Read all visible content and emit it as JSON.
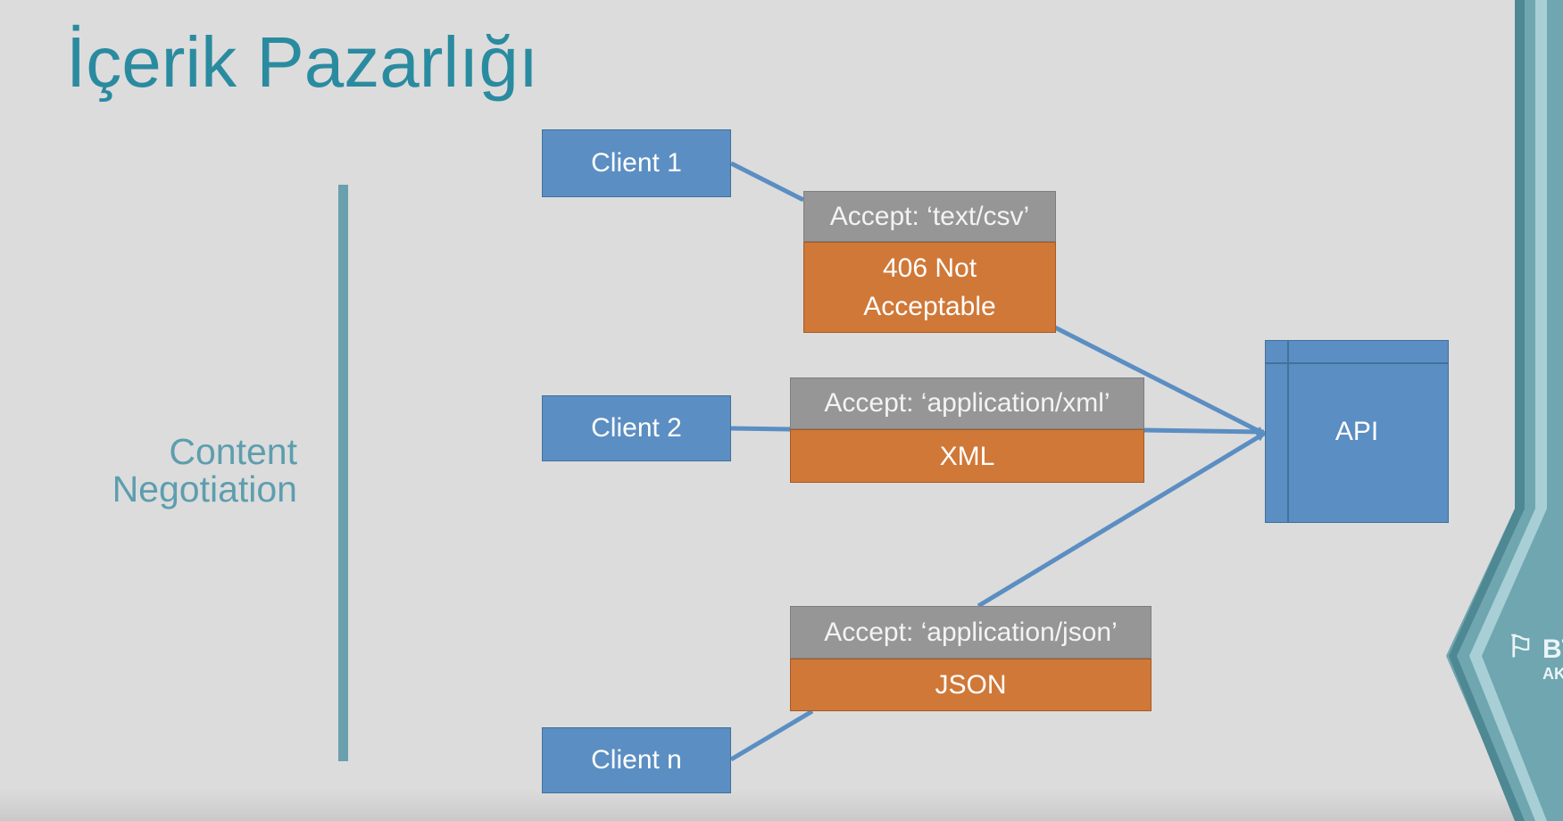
{
  "slide": {
    "title": "İçerik Pazarlığı",
    "section_label": "Content Negotiation",
    "accent_color": "#2a8ba0"
  },
  "diagram": {
    "clients": [
      "Client 1",
      "Client 2",
      "Client n"
    ],
    "requests": [
      {
        "accept": "Accept: ‘text/csv’",
        "response": "406 Not Acceptable"
      },
      {
        "accept": "Accept: ‘application/xml’",
        "response": "XML"
      },
      {
        "accept": "Accept: ‘application/json’",
        "response": "JSON"
      }
    ],
    "server": "API",
    "colors": {
      "client": "#5b8ec2",
      "header": "#969696",
      "response": "#d07838",
      "connector": "#5b8ec2"
    }
  },
  "brand": {
    "logo_text": "BT",
    "logo_subtext": "AK",
    "icon": "bt-akademi-logo-icon"
  }
}
